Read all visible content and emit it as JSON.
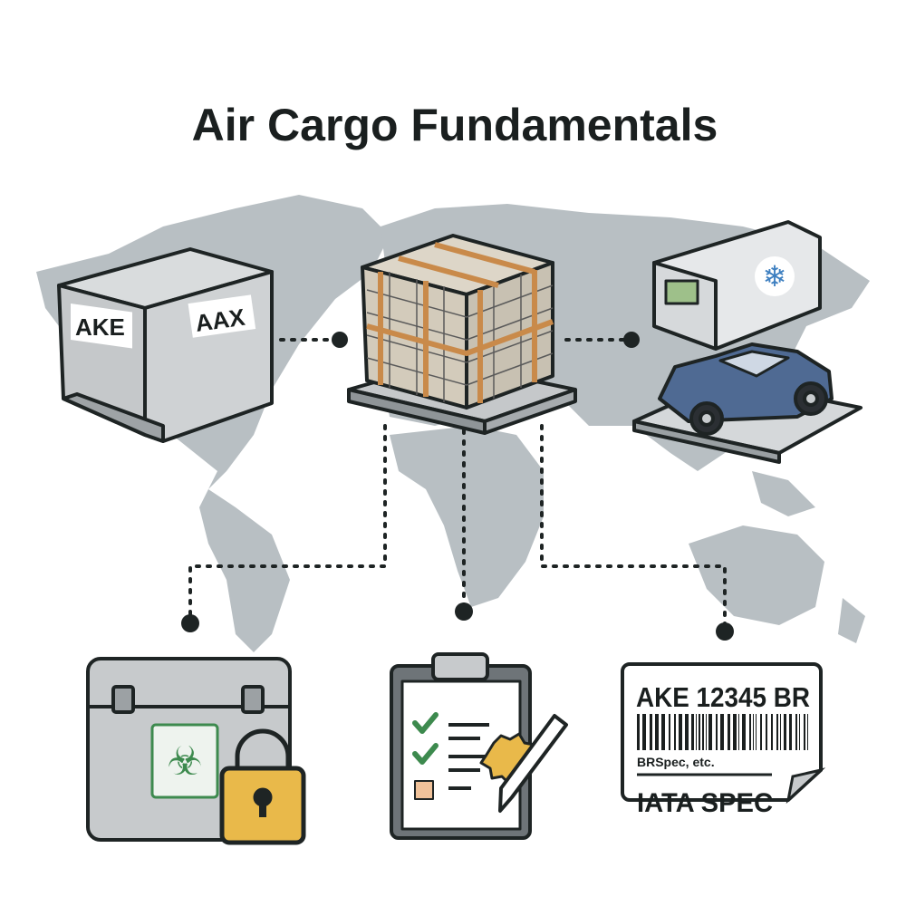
{
  "title": "Air Cargo Fundamentals",
  "uld_container": {
    "left_label": "AKE",
    "right_label": "AAX"
  },
  "cargo_label": {
    "code": "AKE 12345 BR",
    "subtext": "BRSpec, etc.",
    "spec": "IATA SPEC"
  },
  "colors": {
    "map": "#b8bfc3",
    "outline": "#1e2424",
    "strap": "#c98a4a",
    "lock": "#e9b94a",
    "check": "#3d8a4e",
    "car": "#4f6a93"
  }
}
